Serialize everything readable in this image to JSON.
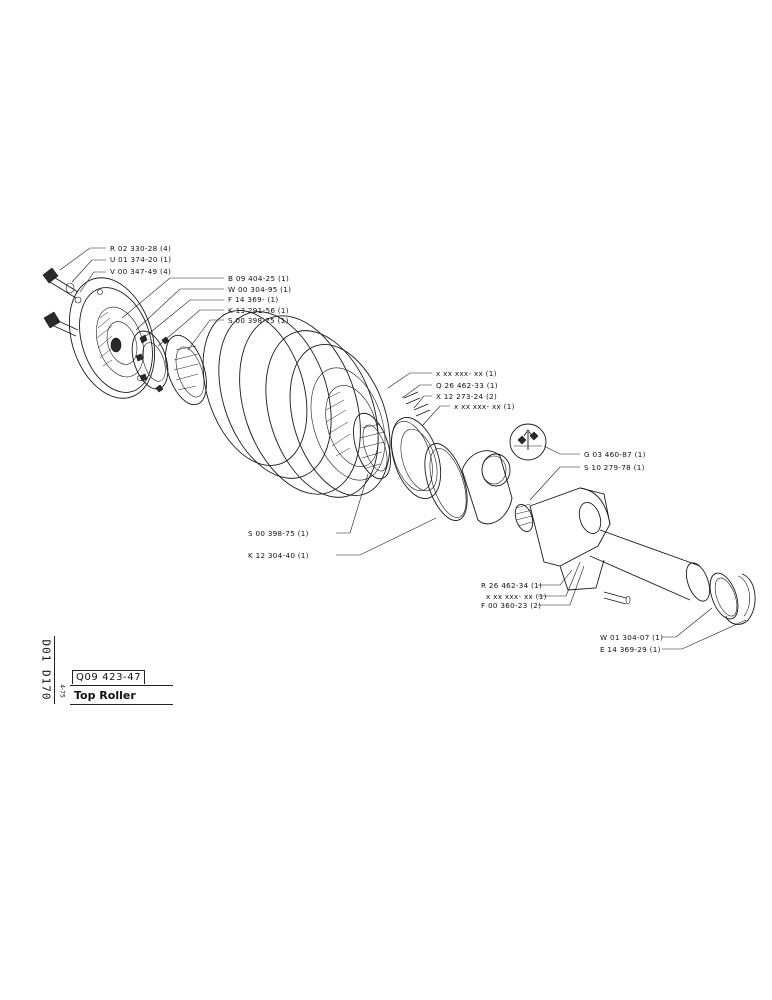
{
  "callouts": [
    {
      "id": "c1",
      "text": "R 02 330-28 (4)"
    },
    {
      "id": "c2",
      "text": "U 01 374-20 (1)"
    },
    {
      "id": "c3",
      "text": "V 00 347-49 (4)"
    },
    {
      "id": "c4",
      "text": "B 09 404-25 (1)"
    },
    {
      "id": "c5",
      "text": "W 00 304-95 (1)"
    },
    {
      "id": "c6",
      "text": "F 14 369- (1)"
    },
    {
      "id": "c7",
      "text": "K 13 291-56 (1)"
    },
    {
      "id": "c8",
      "text": "S 00 398-75 (1)"
    },
    {
      "id": "c9",
      "text": "x xx xxx- xx (1)"
    },
    {
      "id": "c10",
      "text": "Q 26 462-33 (1)"
    },
    {
      "id": "c11",
      "text": "X 12 273-24 (2)"
    },
    {
      "id": "c12",
      "text": "x xx xxx- xx (1)"
    },
    {
      "id": "c13",
      "text": "G 03 460-87 (1)"
    },
    {
      "id": "c14",
      "text": "S 10 279-78 (1)"
    },
    {
      "id": "c15",
      "text": "S 00 398-75 (1)"
    },
    {
      "id": "c16",
      "text": "K 12 304-40 (1)"
    },
    {
      "id": "c17",
      "text": "R 26 462-34 (1)"
    },
    {
      "id": "c18",
      "text": "x xx xxx- xx (1)"
    },
    {
      "id": "c19",
      "text": "F 00 360-23 (2)"
    },
    {
      "id": "c20",
      "text": "W 01 304-07 (1)"
    },
    {
      "id": "c21",
      "text": "E 14 369-29 (1)"
    }
  ],
  "title_block": {
    "code": "D01 D170",
    "small": "4-75",
    "part_number": "Q09 423-47",
    "title": "Top Roller"
  }
}
